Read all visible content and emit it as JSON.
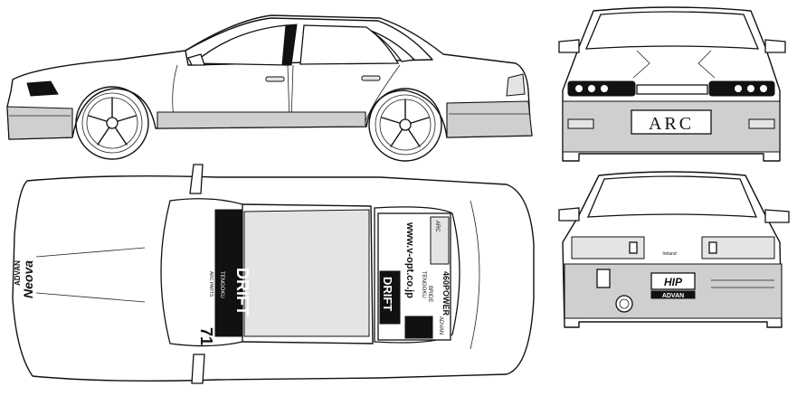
{
  "front_view": {
    "plate_text": "ARC"
  },
  "rear_view": {
    "trunk_badge": "Ireland",
    "plate_text": "HIP",
    "bumper_text": "ADVAN"
  },
  "top_view": {
    "hood_brand": "ADVAN",
    "hood_model": "Neova",
    "windshield_banner_main": "DRIFT",
    "windshield_banner_sub": "TENGOKU",
    "windshield_banner_small": "ARC PARTS",
    "windshield_number": "71",
    "rear_url": "www.v-opt.co.jp",
    "rear_drift": "DRIFT",
    "rear_drift_sub": "TENGOKU",
    "rear_power": "460POWER",
    "rear_sticker_a": "ARC",
    "rear_sticker_b": "BRIDE",
    "rear_sticker_c": "ADVAN"
  },
  "colors": {
    "line": "#111111",
    "trim": "#cfcfcf",
    "background": "#ffffff"
  }
}
